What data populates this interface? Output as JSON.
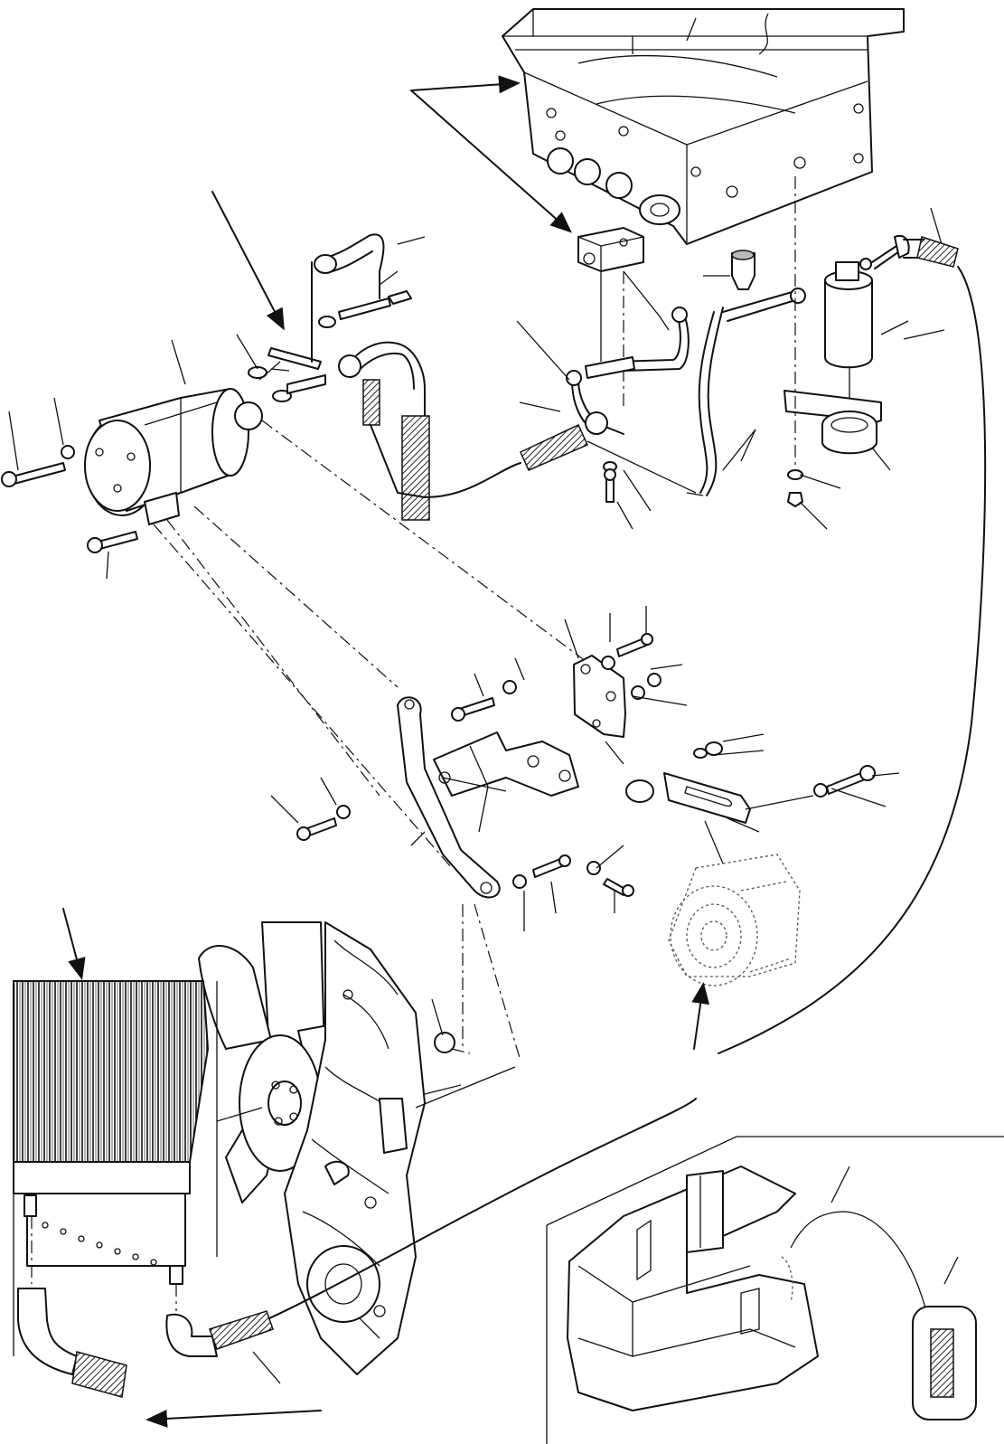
{
  "diagram": {
    "type": "exploded-parts-view",
    "components": [
      {
        "name": "heater-evaporator-unit"
      },
      {
        "name": "expansion-valve-block"
      },
      {
        "name": "pressure-switch"
      },
      {
        "name": "receiver-dryer"
      },
      {
        "name": "compressor"
      },
      {
        "name": "compressor-bracket"
      },
      {
        "name": "adjusting-strap"
      },
      {
        "name": "alternator"
      },
      {
        "name": "engine-fan"
      },
      {
        "name": "condenser"
      },
      {
        "name": "cab-floor-inset"
      }
    ],
    "text_labels": []
  }
}
